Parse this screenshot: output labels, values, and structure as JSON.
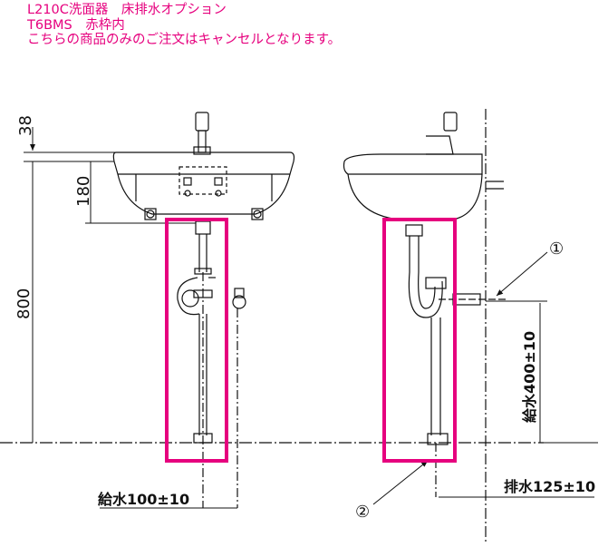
{
  "header": {
    "line1": "L210C洗面器　床排水オプション",
    "line2": "T6BMS　赤枠内",
    "line3": "こちらの商品のみのご注文はキャンセルとなります。"
  },
  "dimensions": {
    "d38": "38",
    "d180": "180",
    "d800": "800",
    "supply_400": "給水400±10",
    "supply_100": "給水100±10",
    "drain_125": "排水125±10"
  },
  "callouts": {
    "c1": "①",
    "c2": "②"
  },
  "colors": {
    "highlight": "#e6007e",
    "line": "#111111"
  }
}
